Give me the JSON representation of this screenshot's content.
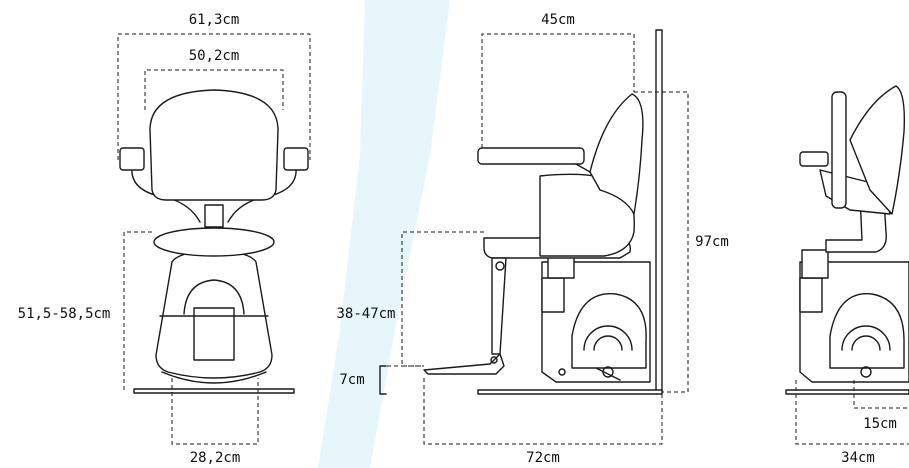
{
  "colors": {
    "line": "#1a1a1a",
    "accent": "#e6f6fb",
    "background": "#ffffff"
  },
  "front_view": {
    "overall_width": "61,3cm",
    "seat_back_width": "50,2cm",
    "seat_height_range": "51,5-58,5cm",
    "base_width": "28,2cm"
  },
  "side_view": {
    "depth_top": "45cm",
    "total_height": "97cm",
    "seat_height": "38-47cm",
    "footrest_height": "7cm",
    "total_depth": "72cm"
  },
  "folded_view": {
    "rail_offset": "15cm",
    "folded_depth": "34cm"
  }
}
